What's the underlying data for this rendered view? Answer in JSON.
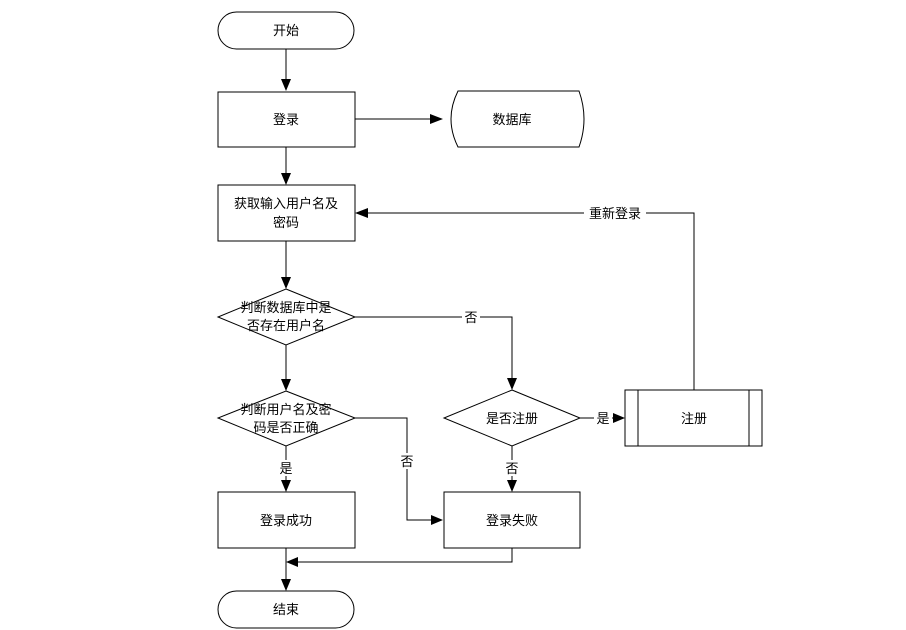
{
  "nodes": {
    "start": "开始",
    "login": "登录",
    "database": "数据库",
    "get_input": [
      "获取输入用户名及",
      "密码"
    ],
    "check_user": [
      "判断数据库中是",
      "否存在用户名"
    ],
    "check_pwd": [
      "判断用户名及密",
      "码是否正确"
    ],
    "ask_register": "是否注册",
    "register": "注册",
    "login_success": "登录成功",
    "login_fail": "登录失败",
    "end": "结束"
  },
  "edges": {
    "user_not_exist": "否",
    "pwd_wrong": "否",
    "pwd_ok": "是",
    "register_yes": "是",
    "register_no": "否",
    "relogin": "重新登录"
  }
}
